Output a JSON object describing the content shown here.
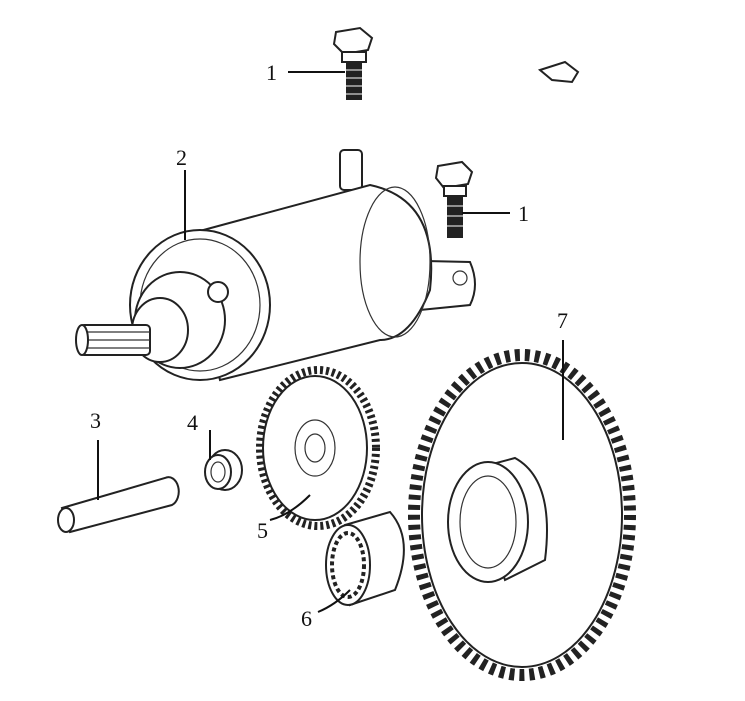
{
  "diagram": {
    "callouts": [
      {
        "number": "1",
        "part": "bolt-upper"
      },
      {
        "number": "2",
        "part": "starter-motor"
      },
      {
        "number": "1",
        "part": "bolt-right"
      },
      {
        "number": "7",
        "part": "driven-gear"
      },
      {
        "number": "3",
        "part": "shaft"
      },
      {
        "number": "4",
        "part": "bushing"
      },
      {
        "number": "5",
        "part": "idle-gear"
      },
      {
        "number": "6",
        "part": "one-way-clutch"
      }
    ]
  }
}
